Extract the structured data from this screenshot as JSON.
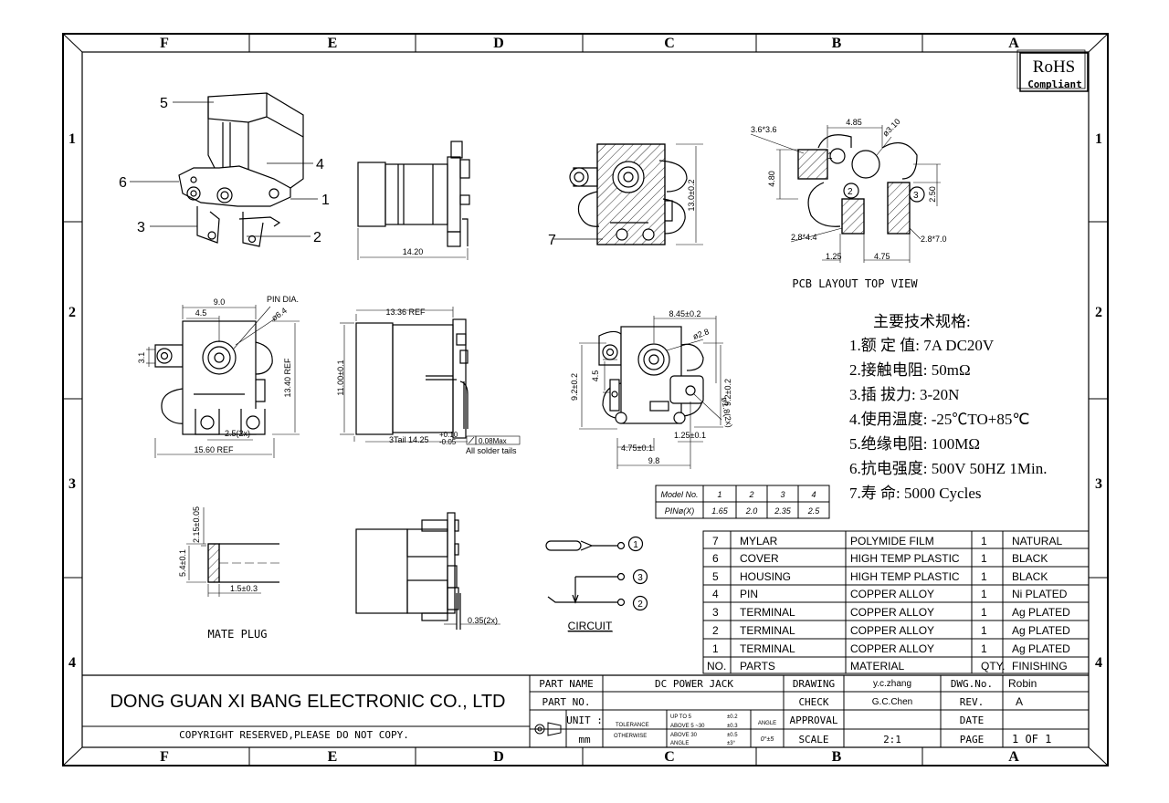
{
  "border": {
    "cols": [
      "F",
      "E",
      "D",
      "C",
      "B",
      "A"
    ],
    "rows": [
      "1",
      "2",
      "3",
      "4"
    ]
  },
  "rohs": {
    "title": "RoHS",
    "subtitle": "Compliant"
  },
  "callouts": [
    "5",
    "4",
    "6",
    "1",
    "3",
    "2",
    "7"
  ],
  "dims": {
    "d_1420": "14.20",
    "d_130": "13.0±0.2",
    "d_485": "4.85",
    "d_36": "3.6*3.6",
    "d_310": "ø3.10",
    "d_480": "4.80",
    "d_250": "2.50",
    "d_2844": "2.8*4.4",
    "d_2870": "2.8*7.0",
    "d_125a": "1.25",
    "d_475a": "4.75",
    "pcb_caption": "PCB LAYOUT TOP VIEW",
    "d_90": "9.0",
    "d_45": "4.5",
    "pin_dia": "PIN DIA.",
    "d_64": "ø6.4",
    "d_31": "3.1",
    "d_1340": "13.40 REF",
    "d_25": "2.5(2x)",
    "d_1560": "15.60 REF",
    "d_1336": "13.36 REF",
    "d_1100": "11.00±0.1",
    "d_tail": "3Tail 14.25",
    "d_tail_tol1": "+0.10",
    "d_tail_tol2": "-0.05",
    "d_flat": "0.08Max",
    "d_solder": "All solder tails",
    "d_845": "8.45±0.2",
    "d_28": "ø2.8",
    "d_92a": "9.2±0.2",
    "d_45b": "4.5",
    "d_92b": "9.2±0.2",
    "d_18": "ø1.8(2x)",
    "d_125b": "1.25±0.1",
    "d_475b": "4.75±0.1",
    "d_98": "9.8",
    "d_215": "2.15±0.05",
    "d_54": "5.4±0.1",
    "d_15": "1.5±0.3",
    "mate_plug": "MATE PLUG",
    "d_035": "0.35(2x)",
    "circuit": "CIRCUIT",
    "circ1": "1",
    "circ2": "2",
    "circ3": "3"
  },
  "pin_table": {
    "header": [
      "Model No.",
      "1",
      "2",
      "3",
      "4"
    ],
    "row": [
      "PINø(X)",
      "1.65",
      "2.0",
      "2.35",
      "2.5"
    ]
  },
  "specs": {
    "title": "主要技术规格:",
    "items": [
      "1.额 定 值: 7A DC20V",
      "2.接触电阻: 50mΩ",
      "3.插  拔力: 3-20N",
      "4.使用温度: -25℃TO+85℃",
      "5.绝缘电阻: 100MΩ",
      "6.抗电强度: 500V 50HZ 1Min.",
      "7.寿    命: 5000 Cycles"
    ]
  },
  "bom": {
    "rows": [
      [
        "7",
        "MYLAR",
        "POLYMIDE FILM",
        "1",
        "NATURAL"
      ],
      [
        "6",
        "COVER",
        "HIGH TEMP PLASTIC",
        "1",
        "BLACK"
      ],
      [
        "5",
        "HOUSING",
        "HIGH TEMP PLASTIC",
        "1",
        "BLACK"
      ],
      [
        "4",
        "PIN",
        "COPPER ALLOY",
        "1",
        "Ni PLATED"
      ],
      [
        "3",
        "TERMINAL",
        "COPPER ALLOY",
        "1",
        "Ag PLATED"
      ],
      [
        "2",
        "TERMINAL",
        "COPPER ALLOY",
        "1",
        "Ag PLATED"
      ],
      [
        "1",
        "TERMINAL",
        "COPPER ALLOY",
        "1",
        "Ag PLATED"
      ]
    ],
    "header": [
      "NO.",
      "PARTS",
      "MATERIAL",
      "QTY.",
      "FINISHING"
    ]
  },
  "title_block": {
    "company": "DONG GUAN XI BANG ELECTRONIC CO., LTD",
    "copyright": "COPYRIGHT RESERVED,PLEASE DO NOT COPY.",
    "part_name_label": "PART NAME",
    "part_name": "DC POWER JACK",
    "part_no_label": "PART NO.",
    "unit_label": "UNIT :",
    "unit": "mm",
    "tolerance": "TOLERANCE",
    "otherwise": "OTHERWISE",
    "tol_lines": [
      "UP TO 5",
      "ABOVE 5 ~30",
      "ABOVE 30",
      "ANGLE"
    ],
    "tol_vals": [
      "±0.2",
      "±0.3",
      "±0.5",
      "±3°"
    ],
    "angle_label": "ANGLE",
    "angle_val": "0°±5",
    "drawing_label": "DRAWING",
    "drawing": "y.c.zhang",
    "check_label": "CHECK",
    "check": "G.C.Chen",
    "approval_label": "APPROVAL",
    "scale_label": "SCALE",
    "scale": "2:1",
    "dwg_label": "DWG.No.",
    "dwg": "Robin",
    "rev_label": "REV.",
    "rev": "A",
    "date_label": "DATE",
    "page_label": "PAGE",
    "page": "1 OF 1"
  }
}
